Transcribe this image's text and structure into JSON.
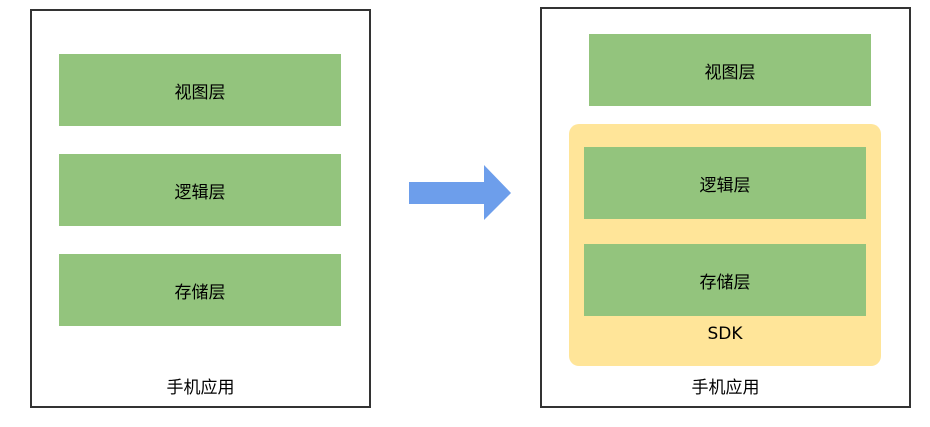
{
  "before": {
    "layers": [
      "视图层",
      "逻辑层",
      "存储层"
    ],
    "caption": "手机应用"
  },
  "after": {
    "top_layer": "视图层",
    "sdk_layers": [
      "逻辑层",
      "存储层"
    ],
    "sdk_label": "SDK",
    "caption": "手机应用"
  },
  "colors": {
    "layer_fill": "#93c47d",
    "sdk_fill": "#ffe599",
    "arrow_fill": "#6d9eeb",
    "frame_stroke": "#333333"
  },
  "icons": {
    "transform_arrow": "right-arrow-icon"
  }
}
